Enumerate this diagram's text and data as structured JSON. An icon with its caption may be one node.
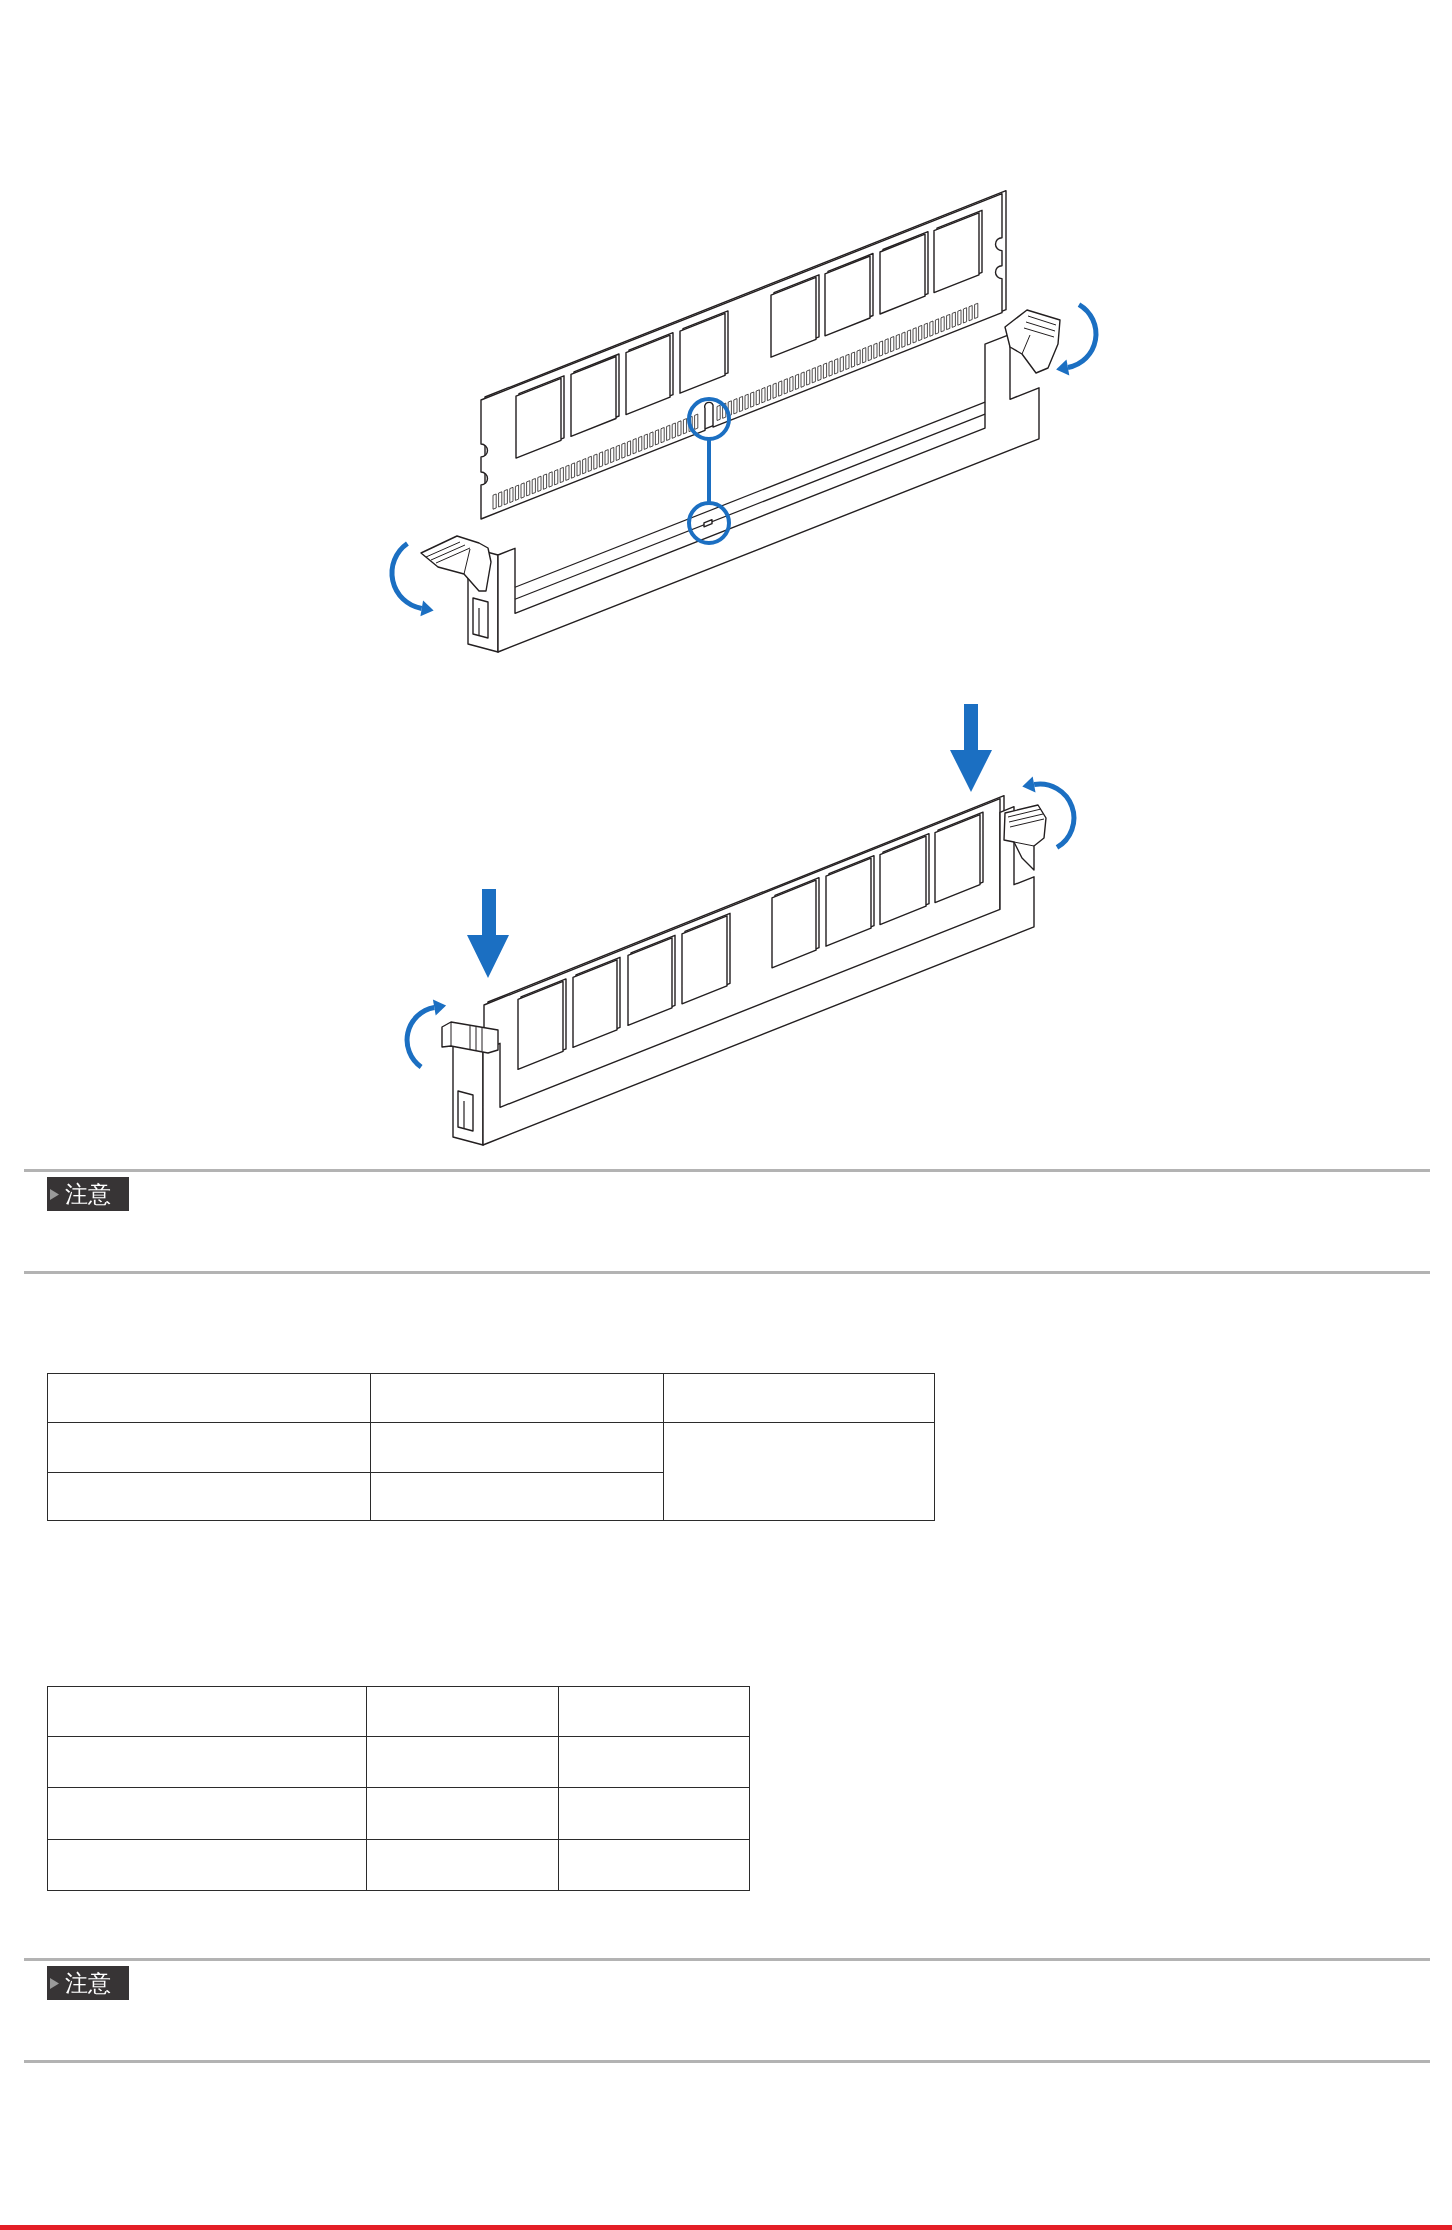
{
  "diagram": {
    "nodes": [
      {
        "text": [],
        "shape": "circle"
      },
      {
        "text": [],
        "shape": "circle"
      }
    ],
    "edges": [
      {
        "from": 0,
        "to": 1,
        "arrow": "none"
      }
    ],
    "labels": [
      "注意",
      "注意"
    ]
  }
}
